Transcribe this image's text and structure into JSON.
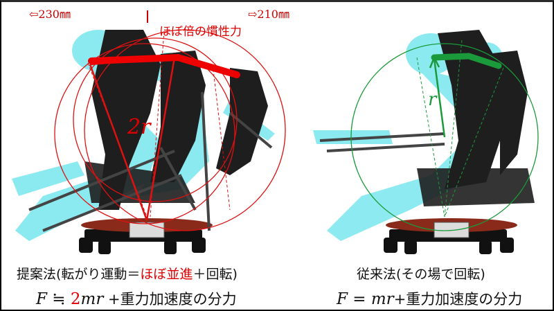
{
  "left_panel": {
    "offset_left": "⇦230㎜",
    "offset_right": "⇨210㎜",
    "inertia_label": "ほぼ倍の慣性力",
    "radius_label": "2r",
    "caption": {
      "prefix": "提案法(転がり運動＝",
      "highlight": "ほぼ並進",
      "suffix": "＋回転)"
    },
    "equation": {
      "lhs": "F",
      "rel": " ≒ ",
      "coef": "2",
      "mr": "mr",
      "rest": " +重力加速度の分力"
    }
  },
  "right_panel": {
    "radius_label": "r",
    "caption": "従来法(その場で回転)",
    "equation": {
      "lhs": "F",
      "rel": " = ",
      "mr": "mr",
      "rest": "+重力加速度の分力"
    }
  },
  "colors": {
    "proposed_accent": "#e00000",
    "conventional_accent": "#1a9a3a",
    "seat": "#1e1e1e",
    "occupant": "#7fe8ee",
    "base_plate": "#8a2a1a"
  }
}
